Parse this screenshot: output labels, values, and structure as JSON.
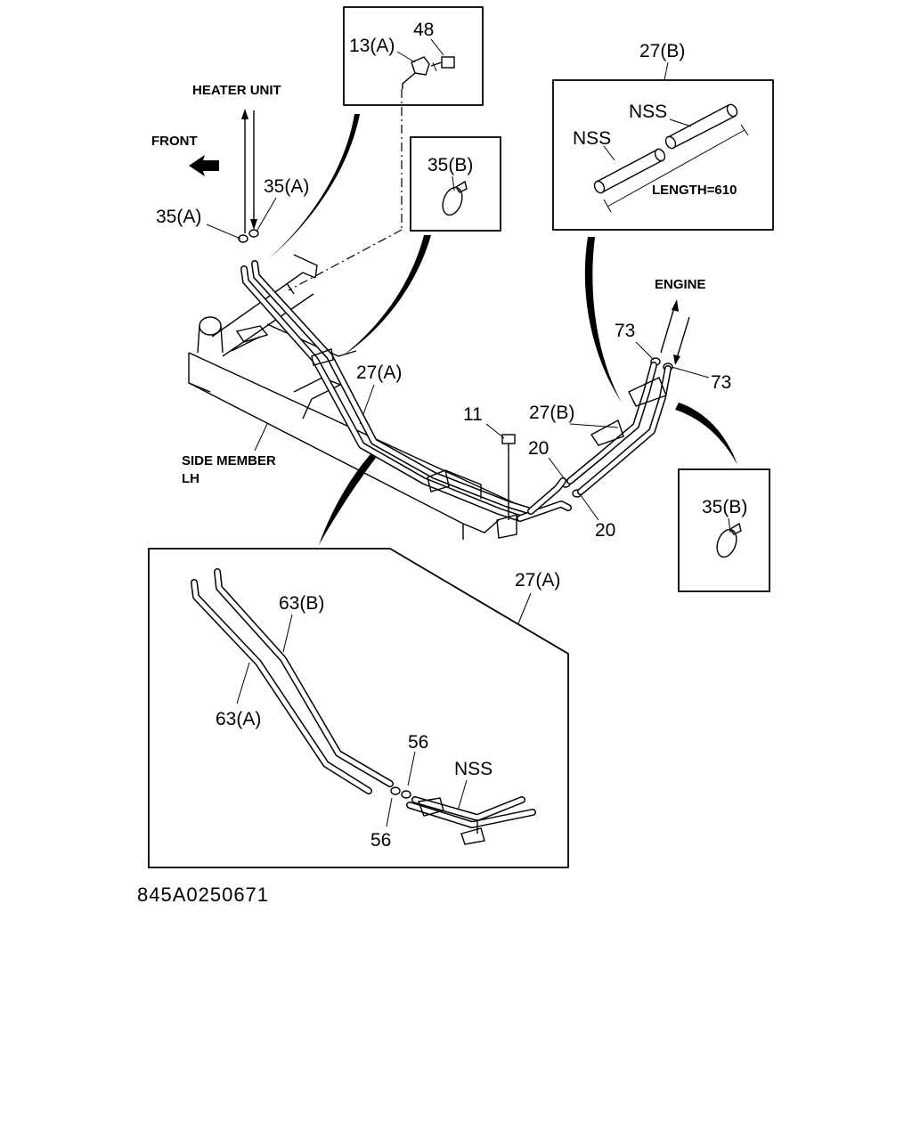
{
  "diagram_id": "845A0250671",
  "directions": {
    "heater_unit": "HEATER UNIT",
    "front": "FRONT",
    "engine": "ENGINE"
  },
  "frame": {
    "side_member": "SIDE MEMBER",
    "side_member_side": "LH"
  },
  "parts": {
    "p13a": "13(A)",
    "p48": "48",
    "p35a_left": "35(A)",
    "p35a_right": "35(A)",
    "p35b_box": "35(B)",
    "p35b_box_right": "35(B)",
    "p27b_top": "27(B)",
    "p27b_mid": "27(B)",
    "p27a_mid": "27(A)",
    "p27a_detail": "27(A)",
    "p11": "11",
    "p20_upper": "20",
    "p20_lower": "20",
    "p73_left": "73",
    "p73_right": "73",
    "p63b": "63(B)",
    "p63a": "63(A)",
    "p56_upper": "56",
    "p56_lower": "56"
  },
  "nss": {
    "upper": "NSS",
    "lower": "NSS",
    "detail": "NSS"
  },
  "length_note": "LENGTH=610"
}
